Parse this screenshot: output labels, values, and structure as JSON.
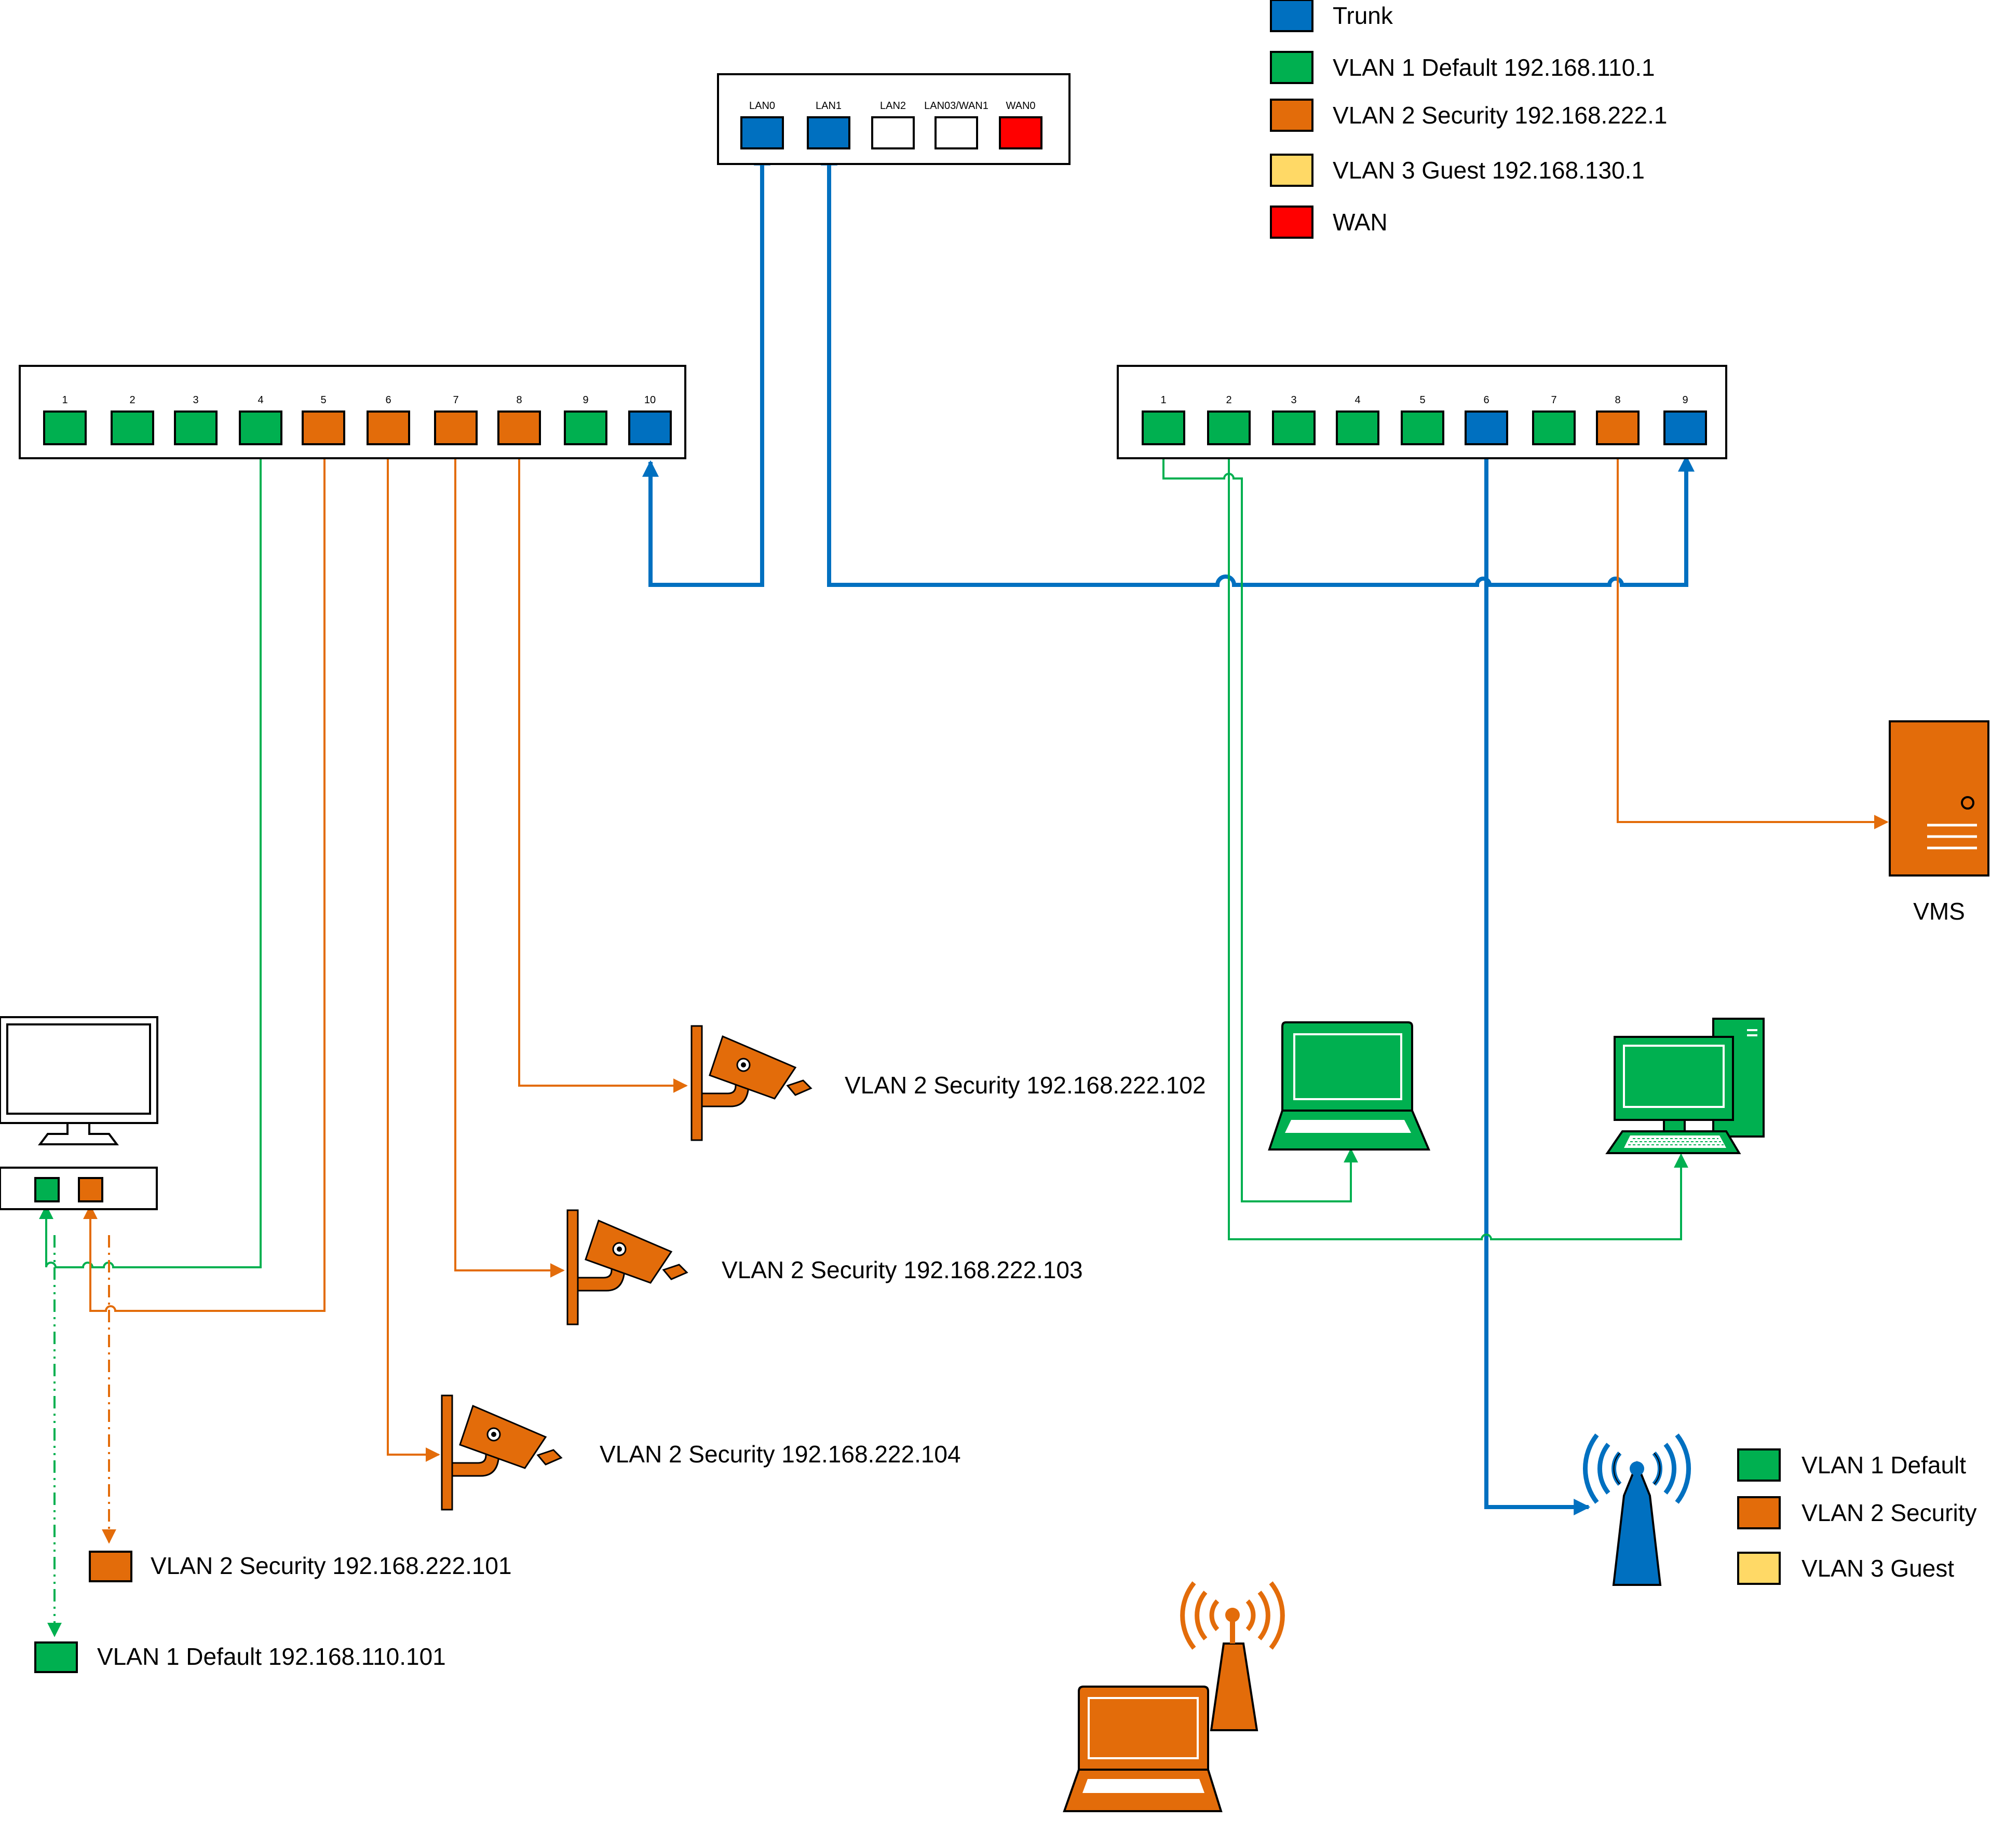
{
  "colors": {
    "trunk": "#0070C0",
    "vlan1": "#00B050",
    "vlan2": "#E36C0A",
    "vlan3": "#FFD966",
    "wan": "#FF0000",
    "port_empty": "#FFFFFF"
  },
  "legend_top": {
    "items": [
      {
        "label": "Trunk",
        "color_key": "trunk"
      },
      {
        "label": "VLAN 1 Default 192.168.110.1",
        "color_key": "vlan1"
      },
      {
        "label": "VLAN 2 Security 192.168.222.1",
        "color_key": "vlan2"
      },
      {
        "label": "VLAN 3 Guest 192.168.130.1",
        "color_key": "vlan3"
      },
      {
        "label": "WAN",
        "color_key": "wan"
      }
    ]
  },
  "legend_bottom": {
    "items": [
      {
        "label": "VLAN 1 Default",
        "color_key": "vlan1"
      },
      {
        "label": "VLAN 2 Security",
        "color_key": "vlan2"
      },
      {
        "label": "VLAN 3 Guest",
        "color_key": "vlan3"
      }
    ]
  },
  "router": {
    "ports": [
      {
        "label": "LAN0",
        "color_key": "trunk"
      },
      {
        "label": "LAN1",
        "color_key": "trunk"
      },
      {
        "label": "LAN2",
        "color_key": "port_empty"
      },
      {
        "label": "LAN03/WAN1",
        "color_key": "port_empty"
      },
      {
        "label": "WAN0",
        "color_key": "wan"
      }
    ]
  },
  "switch_left": {
    "ports": [
      {
        "label": "1",
        "color_key": "vlan1"
      },
      {
        "label": "2",
        "color_key": "vlan1"
      },
      {
        "label": "3",
        "color_key": "vlan1"
      },
      {
        "label": "4",
        "color_key": "vlan1"
      },
      {
        "label": "5",
        "color_key": "vlan2"
      },
      {
        "label": "6",
        "color_key": "vlan2"
      },
      {
        "label": "7",
        "color_key": "vlan2"
      },
      {
        "label": "8",
        "color_key": "vlan2"
      },
      {
        "label": "9",
        "color_key": "vlan1"
      },
      {
        "label": "10",
        "color_key": "trunk"
      }
    ]
  },
  "switch_right": {
    "ports": [
      {
        "label": "1",
        "color_key": "vlan1"
      },
      {
        "label": "2",
        "color_key": "vlan1"
      },
      {
        "label": "3",
        "color_key": "vlan1"
      },
      {
        "label": "4",
        "color_key": "vlan1"
      },
      {
        "label": "5",
        "color_key": "vlan1"
      },
      {
        "label": "6",
        "color_key": "trunk"
      },
      {
        "label": "7",
        "color_key": "vlan1"
      },
      {
        "label": "8",
        "color_key": "vlan2"
      },
      {
        "label": "9",
        "color_key": "trunk"
      }
    ]
  },
  "devices": {
    "cam_a": {
      "label": "VLAN 2 Security 192.168.222.102"
    },
    "cam_b": {
      "label": "VLAN 2 Security 192.168.222.103"
    },
    "cam_c": {
      "label": "VLAN 2 Security 192.168.222.104"
    },
    "pc_vlan2": {
      "label": "VLAN 2 Security 192.168.222.101"
    },
    "pc_vlan1": {
      "label": "VLAN 1 Default 192.168.110.101"
    },
    "vms": {
      "label": "VMS"
    }
  }
}
